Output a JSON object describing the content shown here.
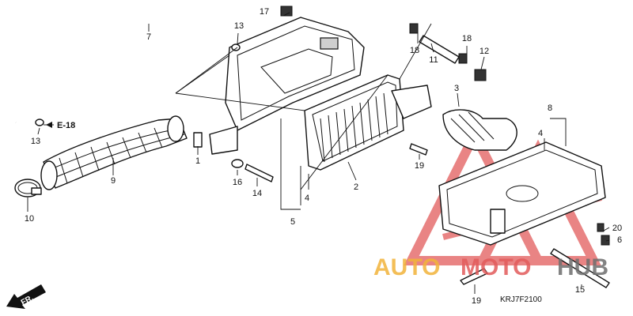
{
  "callouts": {
    "c1": "1",
    "c2": "2",
    "c3": "3",
    "c4a": "4",
    "c4b": "4",
    "c5": "5",
    "c6": "6",
    "c7": "7",
    "c8": "8",
    "c9": "9",
    "c10": "10",
    "c11": "11",
    "c12": "12",
    "c13a": "13",
    "c13b": "13",
    "c14": "14",
    "c15": "15",
    "c16": "16",
    "c17": "17",
    "c18a": "18",
    "c18b": "18",
    "c19a": "19",
    "c19b": "19",
    "c20": "20"
  },
  "reference_label": "E-18",
  "diagram_code": "KRJ7F2100",
  "direction_label": "FR.",
  "watermark": {
    "part1": "AUTO",
    "part2": "MOTO",
    "part3": "HUB"
  },
  "colors": {
    "line": "#111111",
    "watermark_red": "#e25b5b",
    "watermark_orange": "#f2b33a",
    "watermark_grey": "#6e6e6e"
  }
}
